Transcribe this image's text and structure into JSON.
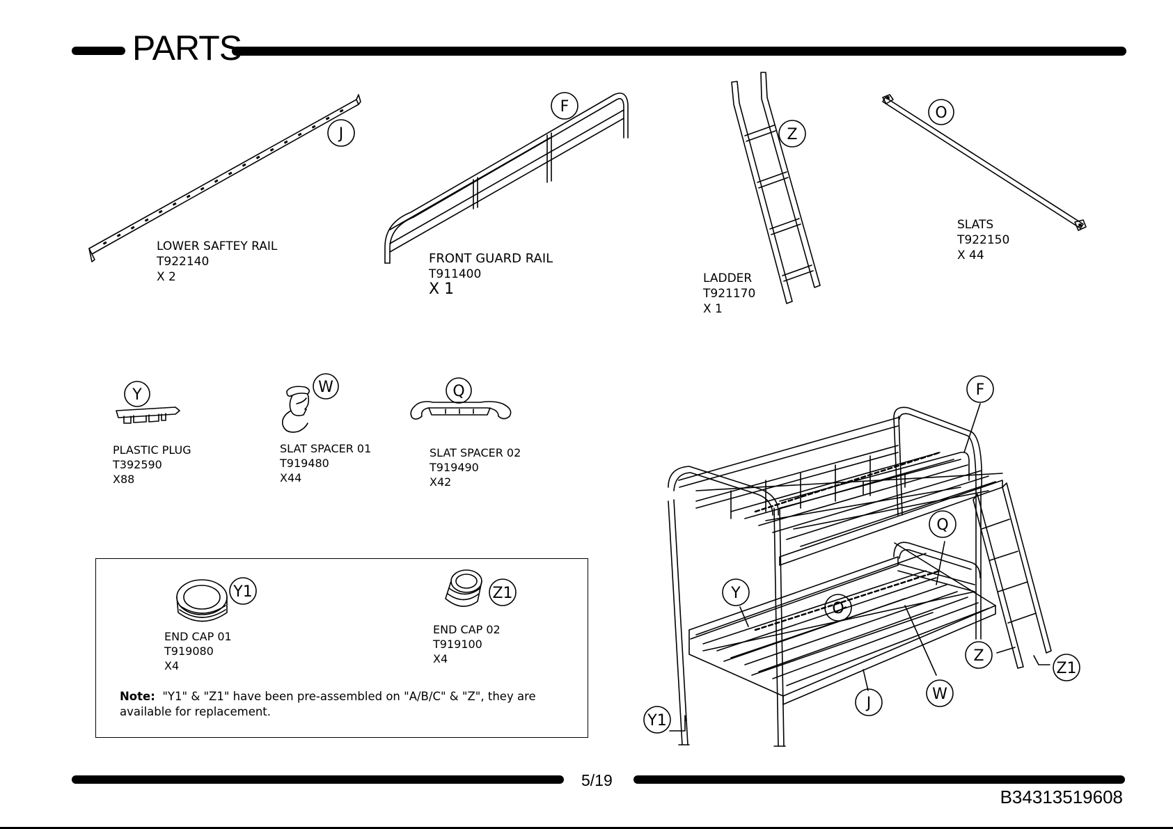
{
  "section_title": "PARTS",
  "parts": [
    {
      "letter": "J",
      "name": "LOWER SAFTEY RAIL",
      "code": "T922140",
      "qty": "X 2"
    },
    {
      "letter": "F",
      "name": "FRONT GUARD RAIL",
      "code": "T911400",
      "qty": "X 1"
    },
    {
      "letter": "Z",
      "name": "LADDER",
      "code": "T921170",
      "qty": "X 1"
    },
    {
      "letter": "O",
      "name": "SLATS",
      "code": "T922150",
      "qty": "X 44"
    },
    {
      "letter": "Y",
      "name": "PLASTIC PLUG",
      "code": "T392590",
      "qty": "X88"
    },
    {
      "letter": "W",
      "name": "SLAT SPACER 01",
      "code": "T919480",
      "qty": "X44"
    },
    {
      "letter": "Q",
      "name": "SLAT SPACER 02",
      "code": "T919490",
      "qty": "X42"
    },
    {
      "letter": "Y1",
      "name": "END CAP 01",
      "code": "T919080",
      "qty": "X4"
    },
    {
      "letter": "Z1",
      "name": "END CAP 02",
      "code": "T919100",
      "qty": "X4"
    }
  ],
  "note": {
    "label": "Note:",
    "text": "\"Y1\" & \"Z1\" have been pre-assembled on \"A/B/C\" & \"Z\", they are available for replacement."
  },
  "diagram_callouts": [
    "F",
    "Q",
    "Y",
    "O",
    "Z",
    "Z1",
    "W",
    "J",
    "Y1"
  ],
  "page_number": "5/19",
  "document_code": "B34313519608"
}
